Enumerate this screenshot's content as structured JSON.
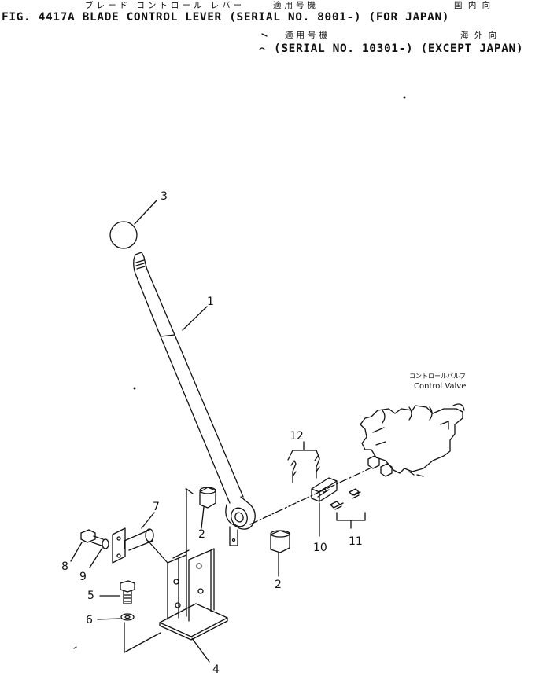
{
  "header": {
    "jp_subtitle_1": "ブレード コントロール レバー",
    "jp_applicable_1": "適用号機",
    "jp_region_1": "国 内 向",
    "line1": "FIG. 4417A  BLADE CONTROL LEVER (SERIAL NO. 8001-) (FOR JAPAN)",
    "jp_applicable_2": "適用号機",
    "jp_region_2": "海 外 向",
    "line2": "(SERIAL NO. 10301-) (EXCEPT JAPAN)"
  },
  "labels": {
    "control_valve_jp": "コントロールバルブ",
    "control_valve_en": "Control Valve"
  },
  "callouts": {
    "c1": "1",
    "c2a": "2",
    "c2b": "2",
    "c3": "3",
    "c4": "4",
    "c5": "5",
    "c6": "6",
    "c7": "7",
    "c8": "8",
    "c9": "9",
    "c10": "10",
    "c11": "11",
    "c12": "12"
  },
  "style": {
    "ink": "#111111",
    "paper": "#ffffff"
  }
}
